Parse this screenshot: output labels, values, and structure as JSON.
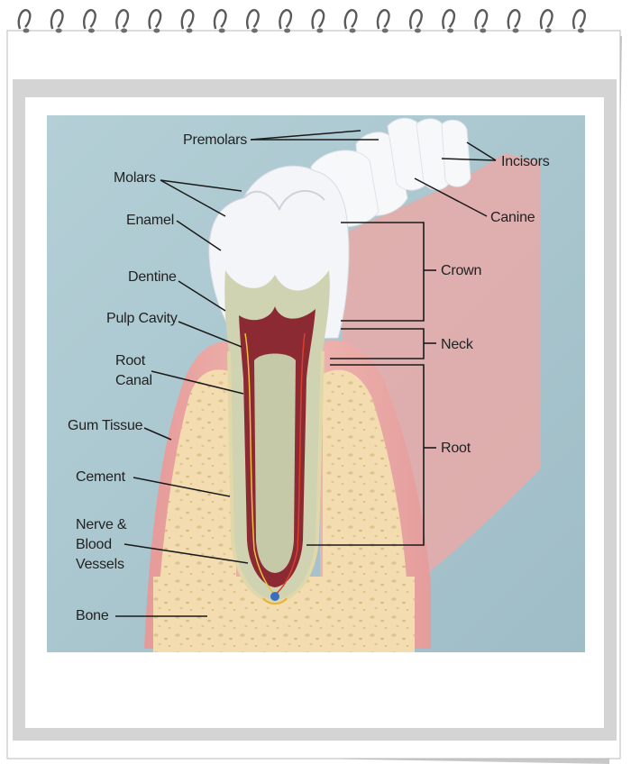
{
  "labels": {
    "premolars": "Premolars",
    "incisors": "Incisors",
    "molars": "Molars",
    "canine": "Canine",
    "enamel": "Enamel",
    "crown": "Crown",
    "dentine": "Dentine",
    "pulp_cavity": "Pulp Cavity",
    "neck": "Neck",
    "root_canal": "Root\nCanal",
    "gum_tissue": "Gum Tissue",
    "root": "Root",
    "cement": "Cement",
    "nerve_blood_vessels": "Nerve &\nBlood\nVessels",
    "bone": "Bone"
  },
  "colors": {
    "background": "#a9c6cf",
    "gum": "#e8a4a2",
    "bone": "#f2dcae",
    "enamel": "#f4f5f8",
    "dentine": "#cfd3b2",
    "pulp": "#8c2a34"
  }
}
